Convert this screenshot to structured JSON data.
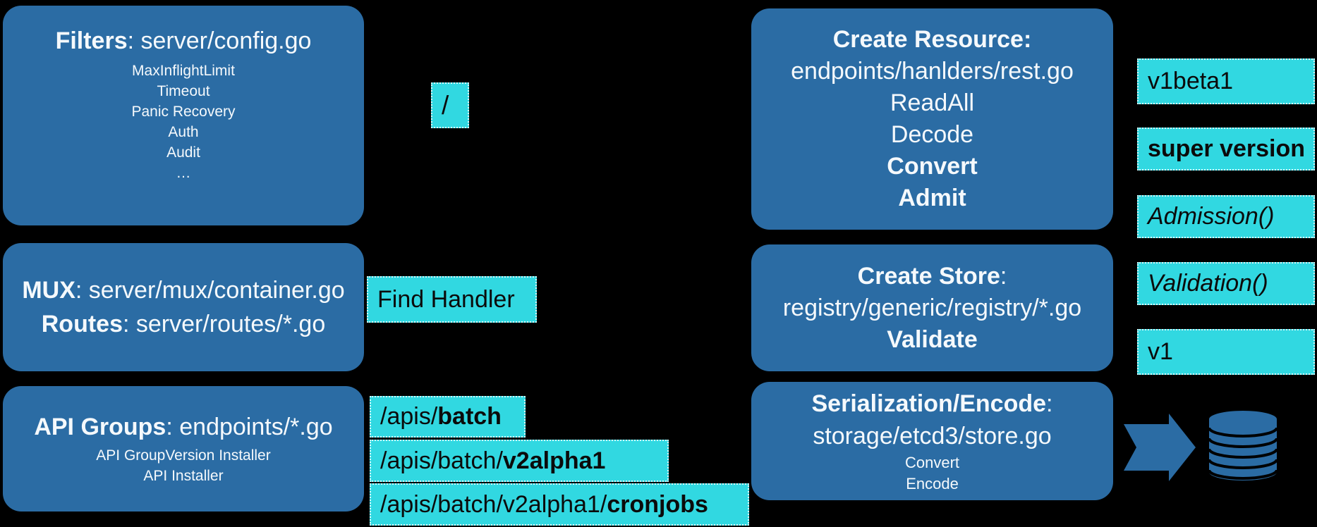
{
  "theme": {
    "background": "#000000",
    "box_blue": "#2B6CA4",
    "chip_cyan": "#31D8E1",
    "text_on_blue": "#F5F9FC",
    "text_on_chip": "#0B0B0B",
    "chip_border": "#D8F7F9"
  },
  "left_column": {
    "filters": {
      "title_bold": "Filters",
      "title_rest": ": server/config.go",
      "items": [
        "MaxInflightLimit",
        "Timeout",
        "Panic Recovery",
        "Auth",
        "Audit",
        "…"
      ]
    },
    "mux": {
      "line1_bold": "MUX",
      "line1_rest": ": server/mux/container.go",
      "line2_bold": "Routes",
      "line2_rest": ": server/routes/*.go"
    },
    "api_groups": {
      "title_bold": "API Groups",
      "title_rest": ": endpoints/*.go",
      "items": [
        "API GroupVersion Installer",
        "API Installer"
      ]
    }
  },
  "middle_labels": {
    "root_path": "/",
    "find_handler": "Find Handler",
    "api_paths": [
      {
        "prefix": "/apis/",
        "bold": "batch"
      },
      {
        "prefix": "/apis/batch/",
        "bold": "v2alpha1"
      },
      {
        "prefix": "/apis/batch/v2alpha1/",
        "bold": "cronjobs"
      }
    ]
  },
  "right_column": {
    "create_resource": {
      "title_bold": "Create Resource:",
      "lines_regular": [
        "endpoints/hanlders/rest.go",
        "ReadAll",
        "Decode"
      ],
      "lines_bold": [
        "Convert",
        "Admit"
      ]
    },
    "create_store": {
      "title_bold": "Create Store",
      "title_rest": ":",
      "path": "registry/generic/registry/*.go",
      "action_bold": "Validate"
    },
    "serialization": {
      "title_bold": "Serialization/Encode",
      "title_rest": ":",
      "path": "storage/etcd3/store.go",
      "items": [
        "Convert",
        "Encode"
      ]
    }
  },
  "version_labels": {
    "v1beta1": "v1beta1",
    "super_version": "super version",
    "admission": "Admission()",
    "validation": "Validation()",
    "v1": "v1"
  },
  "icons": {
    "flow_arrow": "right-block-arrow",
    "database": "database-cylinder"
  }
}
